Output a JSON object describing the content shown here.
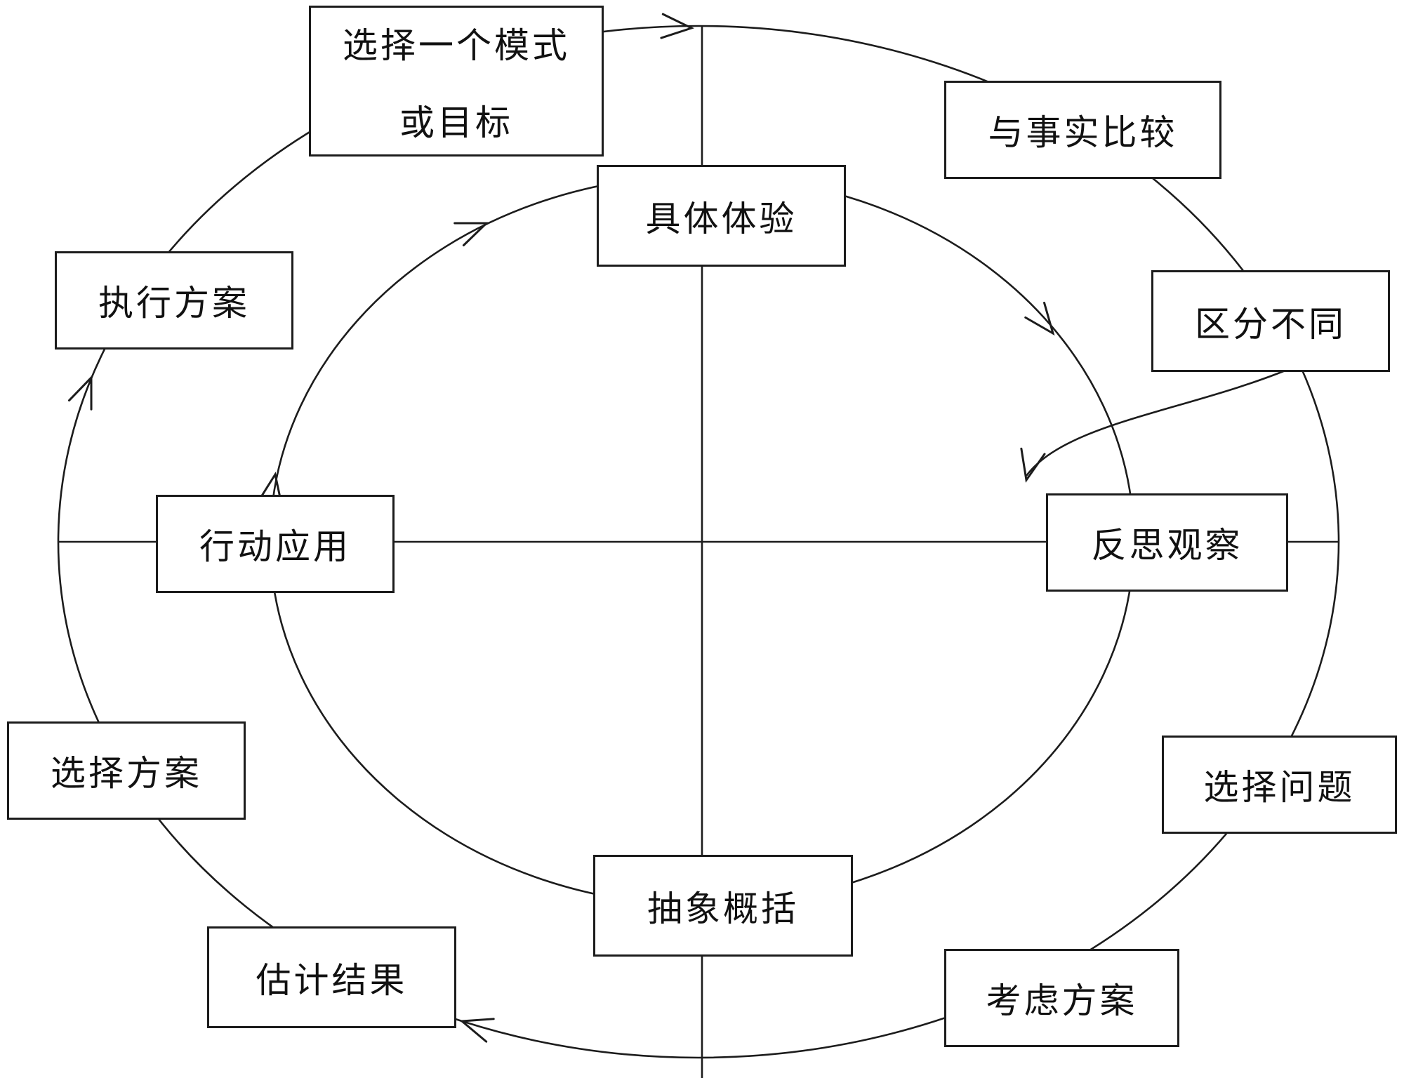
{
  "diagram": {
    "title": "experiential-learning-cycle",
    "inner_stages": {
      "concrete_experience": "具体体验",
      "reflective_observation": "反思观察",
      "abstract_generalization": "抽象概括",
      "active_application": "行动应用"
    },
    "outer_steps": {
      "select_model_line1": "选择一个模式",
      "select_model_line2": "或目标",
      "compare_with_facts": "与事实比较",
      "distinguish_differences": "区分不同",
      "select_problem": "选择问题",
      "consider_plans": "考虑方案",
      "estimate_results": "估计结果",
      "select_plan": "选择方案",
      "execute_plan": "执行方案"
    },
    "colors": {
      "stroke": "#1c1c1c",
      "background": "#ffffff"
    }
  }
}
